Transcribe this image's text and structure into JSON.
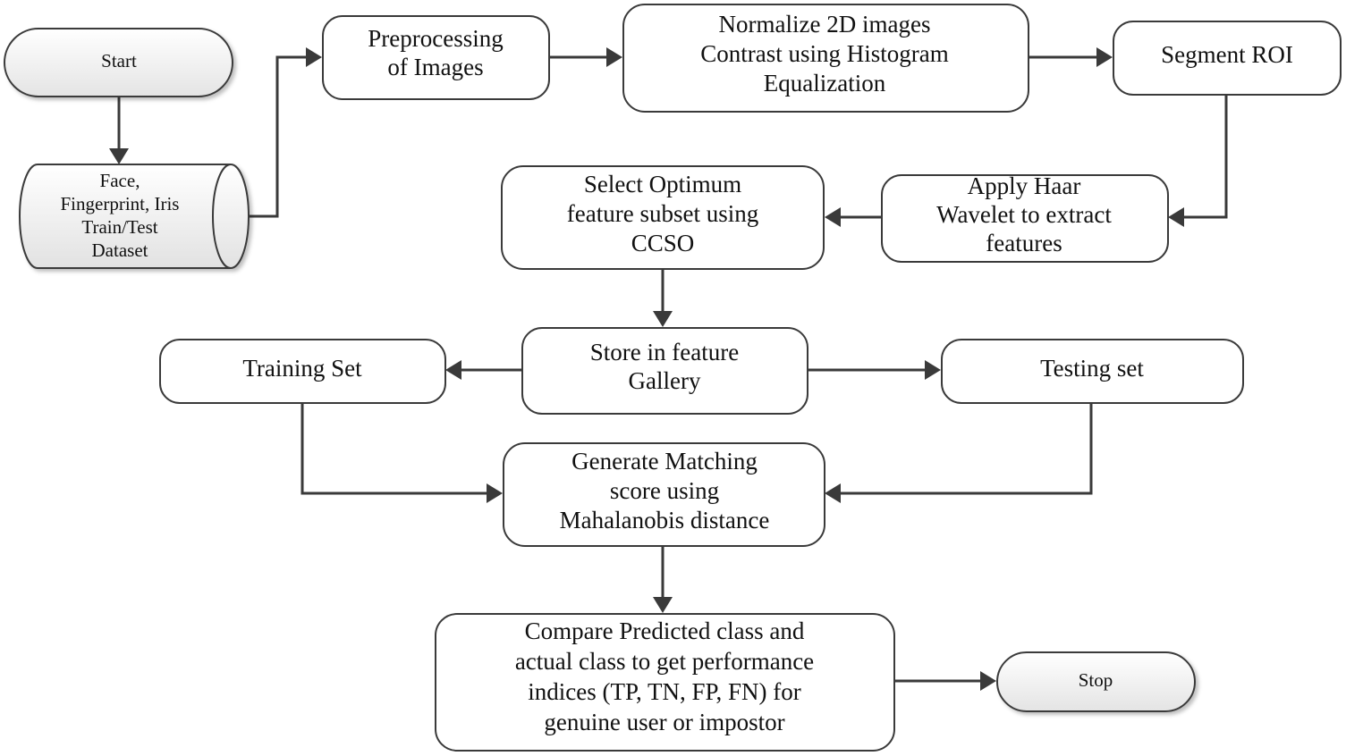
{
  "nodes": {
    "start": {
      "lines": [
        "Start"
      ]
    },
    "dataset": {
      "lines": [
        "Face,",
        "Fingerprint, Iris",
        "Train/Test",
        "Dataset"
      ]
    },
    "preprocessing": {
      "lines": [
        "Preprocessing",
        "of Images"
      ]
    },
    "normalize": {
      "lines": [
        "Normalize 2D images",
        "Contrast using Histogram",
        "Equalization"
      ]
    },
    "segment": {
      "lines": [
        "Segment ROI"
      ]
    },
    "haar": {
      "lines": [
        "Apply Haar",
        "Wavelet to extract",
        "features"
      ]
    },
    "ccso": {
      "lines": [
        "Select Optimum",
        "feature subset using",
        "CCSO"
      ]
    },
    "gallery": {
      "lines": [
        "Store in feature",
        "Gallery"
      ]
    },
    "training": {
      "lines": [
        "Training Set"
      ]
    },
    "testing": {
      "lines": [
        "Testing set"
      ]
    },
    "matching": {
      "lines": [
        "Generate Matching",
        "score using",
        "Mahalanobis distance"
      ]
    },
    "compare": {
      "lines": [
        "Compare Predicted class and",
        "actual class to get performance",
        "indices (TP, TN, FP, FN) for",
        "genuine user or impostor"
      ]
    },
    "stop": {
      "lines": [
        "Stop"
      ]
    }
  },
  "colors": {
    "stroke": "#3a3a3a",
    "text": "#111111",
    "terminal_fill_top": "#ffffff",
    "terminal_fill_bottom": "#e6e6e6"
  }
}
